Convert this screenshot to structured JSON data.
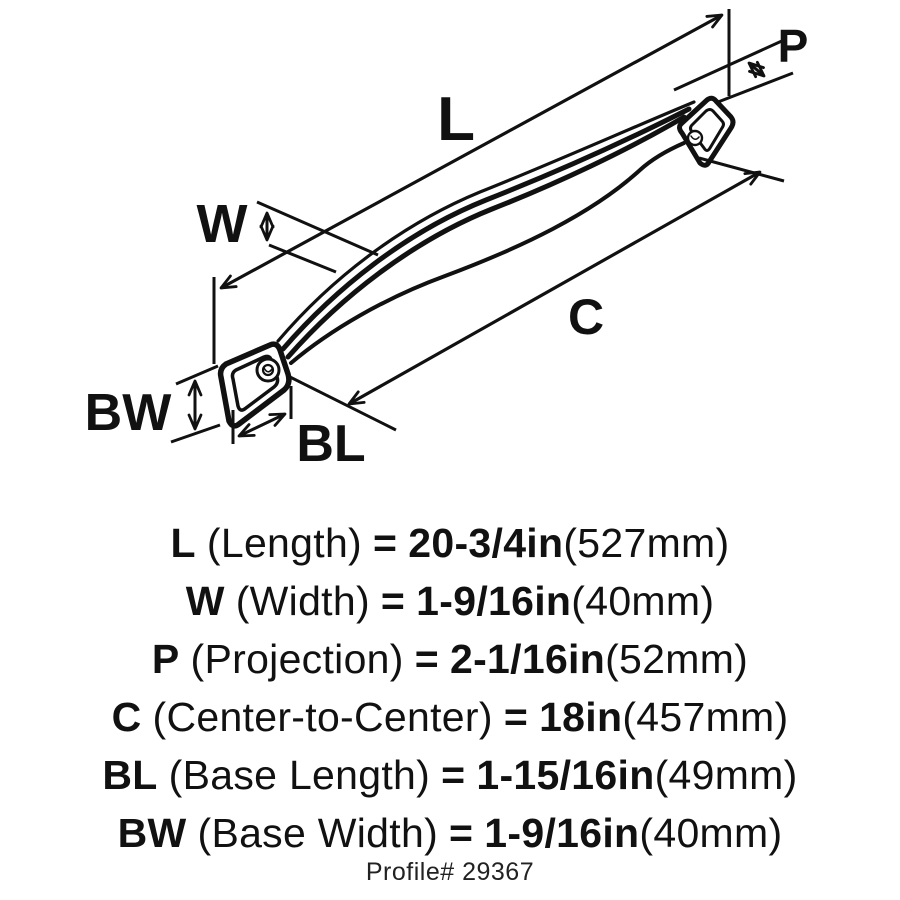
{
  "diagram": {
    "labels": {
      "length": "L",
      "width": "W",
      "projection": "P",
      "center_to_center": "C",
      "base_length": "BL",
      "base_width": "BW"
    }
  },
  "specs": {
    "rows": [
      {
        "abbr": "L",
        "name": "(Length)",
        "eq": "=",
        "imperial": "20-3/4in",
        "metric": "(527mm)"
      },
      {
        "abbr": "W",
        "name": "(Width)",
        "eq": "=",
        "imperial": "1-9/16in",
        "metric": "(40mm)"
      },
      {
        "abbr": "P",
        "name": "(Projection)",
        "eq": "=",
        "imperial": "2-1/16in",
        "metric": "(52mm)"
      },
      {
        "abbr": "C",
        "name": "(Center-to-Center)",
        "eq": "=",
        "imperial": "18in",
        "metric": "(457mm)"
      },
      {
        "abbr": "BL",
        "name": "(Base Length)",
        "eq": "=",
        "imperial": "1-15/16in",
        "metric": "(49mm)"
      },
      {
        "abbr": "BW",
        "name": "(Base Width)",
        "eq": "=",
        "imperial": "1-9/16in",
        "metric": "(40mm)"
      }
    ]
  },
  "footer": {
    "profile_label": "Profile# 29367"
  },
  "colors": {
    "ink": "#111111",
    "background": "#ffffff"
  }
}
